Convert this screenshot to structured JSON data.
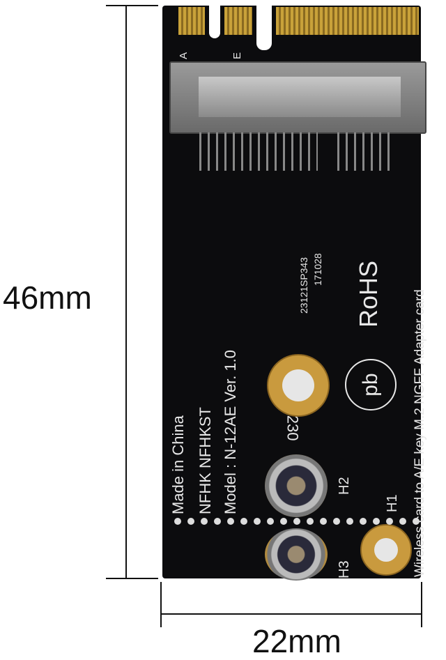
{
  "dimensions": {
    "height": "46mm",
    "width": "22mm"
  },
  "board": {
    "key_labels": [
      "A",
      "E"
    ],
    "made_in": "Made in China",
    "brand": "NFHK NFHKST",
    "model": "Model : N-12AE Ver. 1.0",
    "serial": "23121SP343",
    "date_code": "171028",
    "rohs": "RoHS",
    "pb_free_logo": "pb",
    "size_code": "2230",
    "holes": [
      "H1",
      "H2",
      "H3"
    ],
    "description": "Wireless card to A/E key M.2 NGFF Adapter card"
  },
  "colors": {
    "pcb": "#0c0c0e",
    "gold": "#c9a23a",
    "silkscreen": "#e8e8e8"
  }
}
